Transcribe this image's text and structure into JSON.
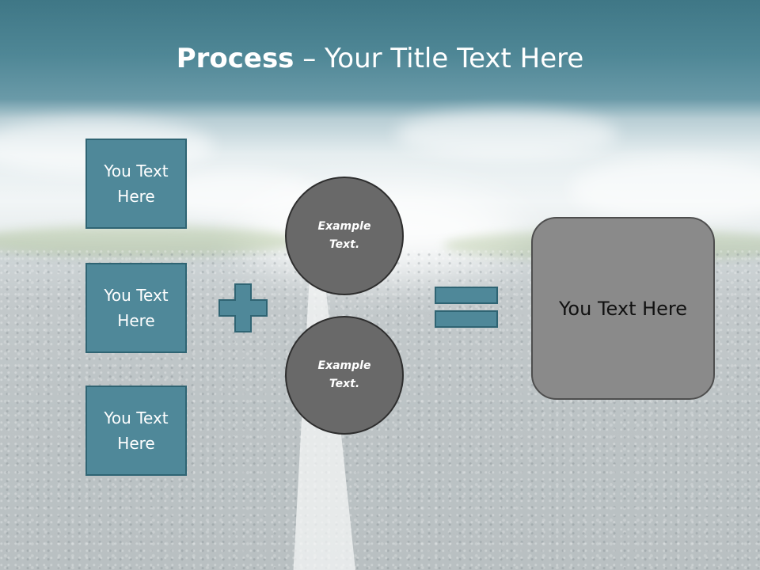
{
  "title": {
    "bold": "Process",
    "rest": " – Your Title Text Here"
  },
  "left_boxes": [
    {
      "text": "You Text Here"
    },
    {
      "text": "You Text Here"
    },
    {
      "text": "You Text Here"
    }
  ],
  "circles": [
    {
      "text": "Example Text."
    },
    {
      "text": "Example Text."
    }
  ],
  "result": {
    "text": "You Text Here"
  },
  "colors": {
    "box_fill": "#4f8899",
    "circle_fill": "#696969",
    "result_fill": "#8a8a8a",
    "operator": "#4f8899"
  },
  "icons": {
    "plus": "plus-icon",
    "equals": "equals-icon"
  }
}
